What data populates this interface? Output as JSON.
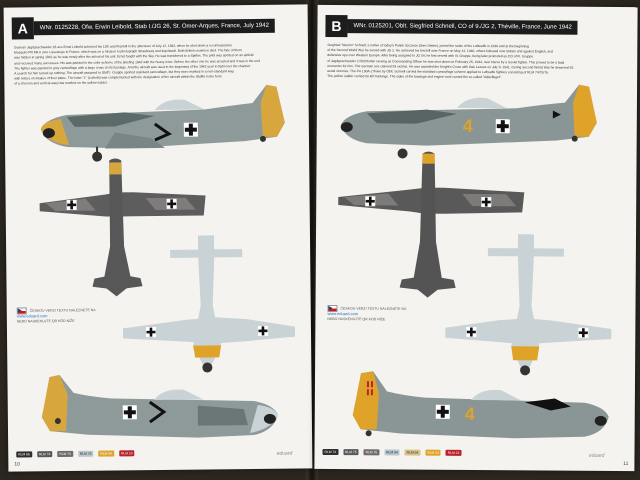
{
  "left": {
    "letter": "A",
    "title": "WNr. 0125228, Ofw. Erwin Leibold, Stab I./JG 26, St. Omer-Arques, France, July 1942",
    "description_lines": [
      "German Jagdgeschwader 26 ace Ernst Leibold achieved his 11th and final kill in the afternoon of July 12, 1942, when he shot down a reconnaissance",
      "Mosquito PR Mk.II over Lissewege in France, which was on a mission to photograph Strasbourg and Ingolstadt. Both British crewmen died. The fate of them",
      "was hidden in spring 1942 as he was newly after the arrival of his unit. Ernst fought with the Sky. He was transferred to a Spitfire. The pilot was spotted on an airfield",
      "and received many successes. His was painted in the color scheme of the Briefing 1942 with the heavy nose. Before the other one he was arrested and it was in the end",
      "The fighter was painted in grey camouflage with a large cross on its fuselage. And the aircraft was used in the beginning of the 1942 year to fight over the channel.",
      "A search for him turned up nothing. The aircraft assigned to Staff I. Gruppe sported standard camouflage, but they were marked in a non-standard way,",
      "with letters on intakes of their plane. The letter \"L\" (Leibold) was complemented with the designation of the aircraft within the Staffel in the form",
      "of a chevron and vertical wavy bar marked on the yellow rudder."
    ],
    "cz_text_line1": "ČESKOU VERZI TEXTU NALEZNETE NA",
    "cz_url": "www.eduard.com",
    "cz_text_line2": "NEBO NASKENUJTE QR KÓD NÍŽE",
    "swatches": [
      {
        "label": "RLM 66",
        "color": "#2f2f2f"
      },
      {
        "label": "RLM 74",
        "color": "#55595a"
      },
      {
        "label": "RLM 75",
        "color": "#6f6a6c"
      },
      {
        "label": "RLM 76",
        "color": "#b9c7cf"
      },
      {
        "label": "RLM 04",
        "color": "#e0a32a"
      },
      {
        "label": "RLM 23",
        "color": "#b8222a"
      }
    ],
    "page_number": "10",
    "logo": "eduard"
  },
  "right": {
    "letter": "B",
    "title": "WNr. 0125201, Oblt. Siegfried Schnell, CO of 9./JG 2, Théville, France, June 1942",
    "description_lines": [
      "Siegfried \"Wumm\" Schnell, a native of today's Polish Szczecin (then Stettin), joined the ranks of the Luftwaffe in 1936 and at the beginning",
      "of the Second World War he served with JG 2. He achieved his first kill over France on May 14, 1940; others followed over Britain and against English, and",
      "defensive ops over Western Europe. After being assigned to JG 54, he first served with III. Gruppe, being later promoted as CO of III. Gruppe.",
      "of Jagdgeschwader 2 Richthofen serving as Commanding Officer he was shot down on February 25, 1944, over Narva by a Soviet fighter. This proved to be a fatal",
      "encounter for him. The German ace claimed 93 victims. He was awarded the Knight's Cross with Oak Leaves on July 9, 1941. During Second World War he deserved 93",
      "aerial victories. The Fw 190A-2 flown by Oblt. Schnell carried the standard camouflage scheme applied to Luftwaffe fighters consisting of RLM 74/75/76.",
      "The yellow rudder carried 66 kill markings. The sides of the fuselage and engine cowl carried the so-called \"Adlerflügel\"."
    ],
    "cz_text_line1": "ČESKOU VERZI TEXTU NALEZNETE NA",
    "cz_url": "www.eduard.com",
    "cz_text_line2": "NEBO NASKENUJTE QR KÓD NÍŽE",
    "swatches": [
      {
        "label": "RLM 74",
        "color": "#2f2f2f"
      },
      {
        "label": "RLM 75",
        "color": "#55595a"
      },
      {
        "label": "RLM 76",
        "color": "#6f6a6c"
      },
      {
        "label": "RLM 04",
        "color": "#b9c7cf"
      },
      {
        "label": "RLM 04",
        "color": "#d8c28a"
      },
      {
        "label": "RLM 23",
        "color": "#e0a32a"
      },
      {
        "label": "RLM 23",
        "color": "#b8222a"
      }
    ],
    "page_number": "11",
    "logo": "eduard",
    "aircraft_number": "4"
  }
}
